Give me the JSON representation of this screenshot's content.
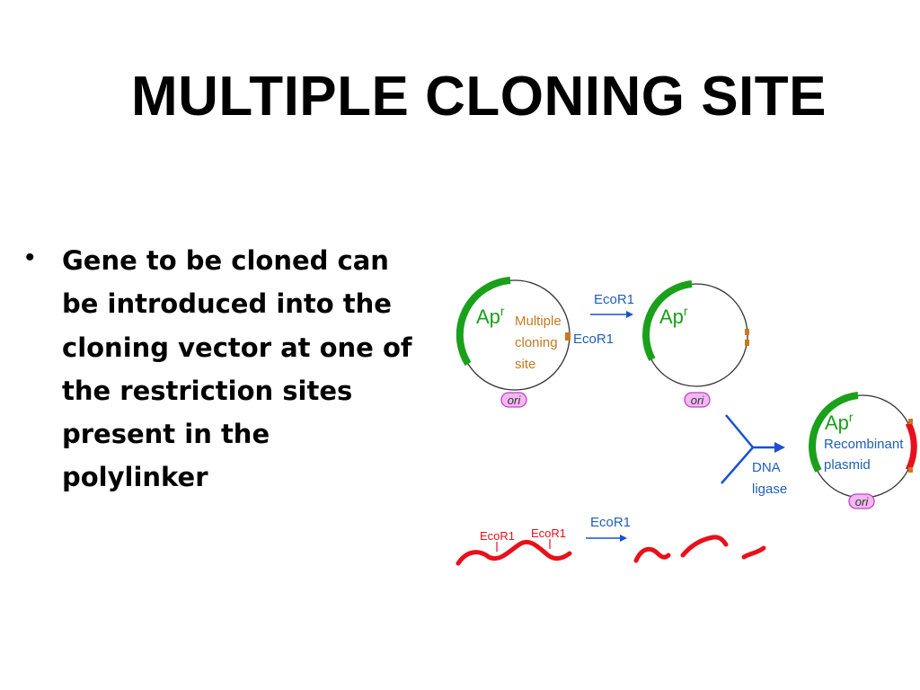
{
  "slide": {
    "title": "MULTIPLE CLONING SITE",
    "bullet_lines": [
      "Gene to be cloned can",
      "be introduced into the",
      "cloning vector at one of",
      "the restriction sites",
      "present in the",
      "polylinker"
    ]
  },
  "diagram": {
    "vector_left": {
      "marker": "Ap",
      "marker_sup": "r",
      "mcs_label_lines": [
        "Multiple",
        "cloning",
        "site"
      ],
      "ori": "ori"
    },
    "step1": {
      "enzyme": "EcoR1",
      "site_label": "EcoR1"
    },
    "vector_cut": {
      "marker": "Ap",
      "marker_sup": "r",
      "ori": "ori"
    },
    "ligation": {
      "label_lines": [
        "DNA",
        "ligase"
      ]
    },
    "recombinant": {
      "marker": "Ap",
      "marker_sup": "r",
      "label_lines": [
        "Recombinant",
        "plasmid"
      ],
      "ori": "ori"
    },
    "insert": {
      "site_labels": [
        "EcoR1",
        "EcoR1"
      ],
      "step_enzyme": "EcoR1"
    },
    "colors": {
      "marker_green": "#1aa01a",
      "label_blue": "#1f5fb8",
      "mcs_orange": "#c87820",
      "insert_red": "#e8101a",
      "ori_fill": "#f2b8f2",
      "ori_stroke": "#c040c8",
      "arrow_blue": "#1a50d0"
    }
  }
}
